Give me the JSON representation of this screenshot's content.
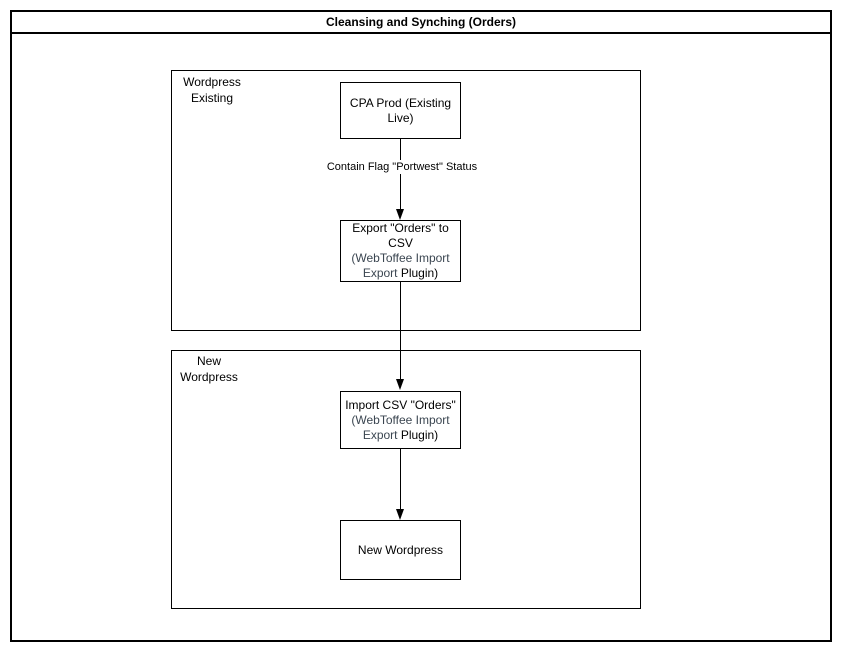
{
  "title": "Cleansing and Synching (Orders)",
  "colors": {
    "stroke": "#000000",
    "accent_text": "#3b4651"
  },
  "containers": {
    "existing": {
      "label_line1": "Wordpress",
      "label_line2": "Existing"
    },
    "new_wp": {
      "label_line1": "New",
      "label_line2": "Wordpress"
    }
  },
  "nodes": {
    "cpa_prod": {
      "line1": "CPA Prod (Existing",
      "line2": "Live)"
    },
    "export_orders": {
      "line1": "Export \"Orders\" to",
      "line2": "CSV",
      "line3": "(WebToffee Import",
      "line4_accent": "Export ",
      "line4_plain": "Plugin)"
    },
    "import_csv": {
      "line1": "Import CSV \"Orders\"",
      "line2": "(WebToffee Import",
      "line3_accent": "Export ",
      "line3_plain": "Plugin)"
    },
    "new_wordpress": {
      "line1": "New Wordpress"
    }
  },
  "edges": {
    "cpa_to_export": {
      "label": "Contain Flag \"Portwest\" Status"
    }
  }
}
